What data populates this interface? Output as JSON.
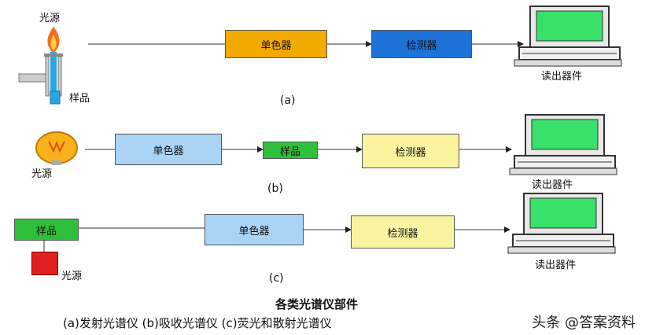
{
  "rows": {
    "a": {
      "source_label": "光源",
      "sample_label": "样品",
      "mono_label": "单色器",
      "detector_label": "检测器",
      "readout_label": "读出器件",
      "caption": "(a)"
    },
    "b": {
      "source_label": "光源",
      "mono_label": "单色器",
      "sample_label": "样品",
      "detector_label": "检测器",
      "readout_label": "读出器件",
      "caption": "(b)"
    },
    "c": {
      "sample_label": "样品",
      "source_label": "光源",
      "mono_label": "单色器",
      "detector_label": "检测器",
      "readout_label": "读出器件",
      "caption": "(c)"
    }
  },
  "footer": {
    "title": "各类光谱仪部件",
    "legend": "(a)发射光谱仪   (b)吸收光谱仪   (c)荧光和散射光谱仪"
  },
  "watermark": "头条 @答案资料",
  "colors": {
    "orange": "#f2a900",
    "blue": "#1e73d8",
    "light_blue": "#a9d4f5",
    "yellow_light": "#fbf3a0",
    "green": "#2fbf3a",
    "screen_green": "#39e06a",
    "red": "#e02020"
  }
}
